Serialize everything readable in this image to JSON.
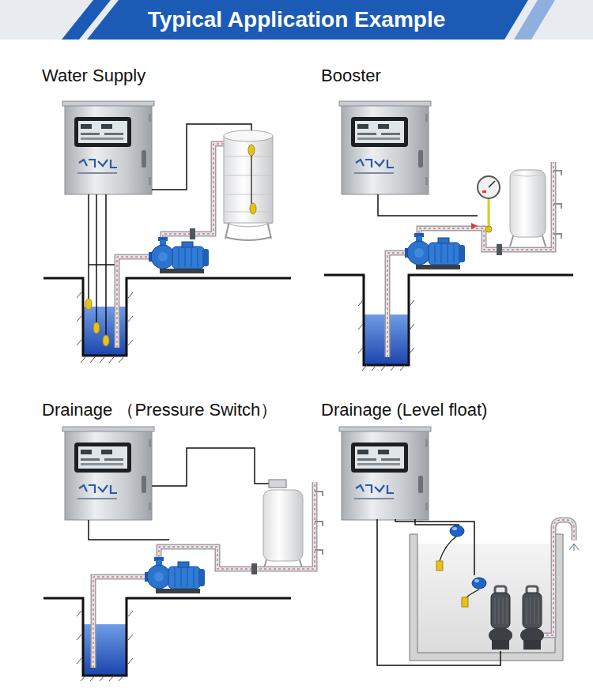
{
  "diagram": {
    "title": "Typical Application Example",
    "labels": [
      "Water Supply",
      "Booster",
      "Drainage （Pressure Switch）",
      "Drainage (Level float)"
    ]
  }
}
